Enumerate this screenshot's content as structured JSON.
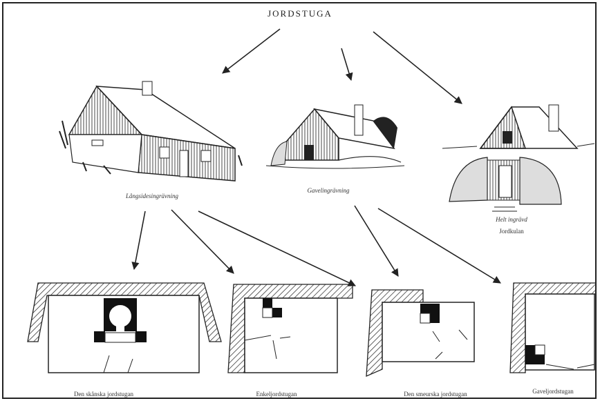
{
  "title": "JORDSTUGA",
  "houses": [
    {
      "caption": "Långsidesingrävning"
    },
    {
      "caption": "Gavelingrävning"
    },
    {
      "caption": "Helt ingrävd",
      "caption2": "Jordkulan"
    }
  ],
  "plans": [
    {
      "caption": "Den skånska jordstugan"
    },
    {
      "caption": "Enkeljordstugan"
    },
    {
      "caption": "Den smeurska jordstugan"
    },
    {
      "caption": "Gaveljordstugan"
    }
  ]
}
